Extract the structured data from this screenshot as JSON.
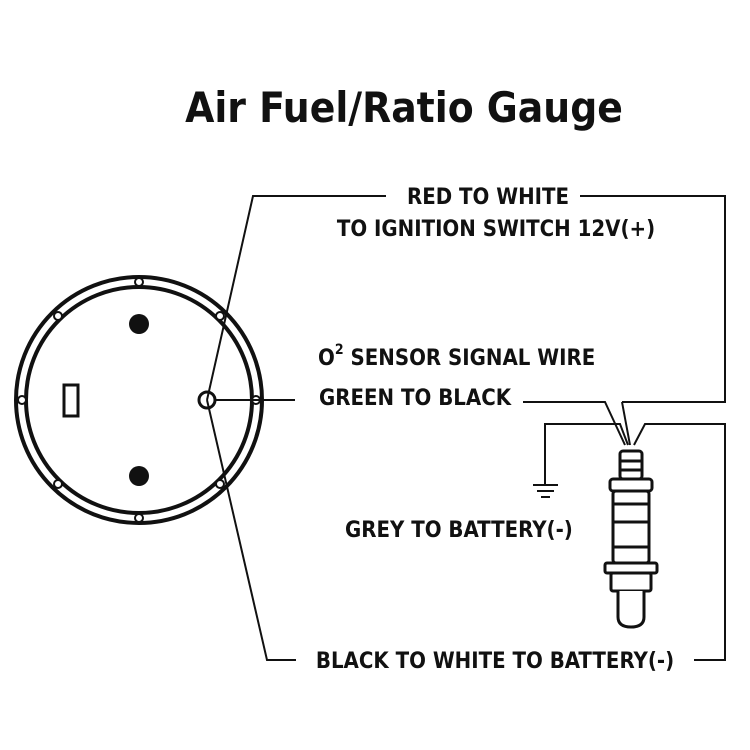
{
  "title": "Air Fuel/Ratio Gauge",
  "labels": {
    "power_line1": "RED TO WHITE",
    "power_line2": "TO IGNITION SWITCH 12V(+)",
    "signal_prefix": "O",
    "signal_superscript": "2",
    "signal_line1_rest": " SENSOR SIGNAL WIRE",
    "signal_line2": "GREEN TO BLACK",
    "grey_wire": "GREY TO BATTERY(-)",
    "ground_wire": "BLACK TO WHITE TO BATTERY(-)"
  },
  "colors": {
    "ink": "#111111",
    "background": "#ffffff"
  }
}
